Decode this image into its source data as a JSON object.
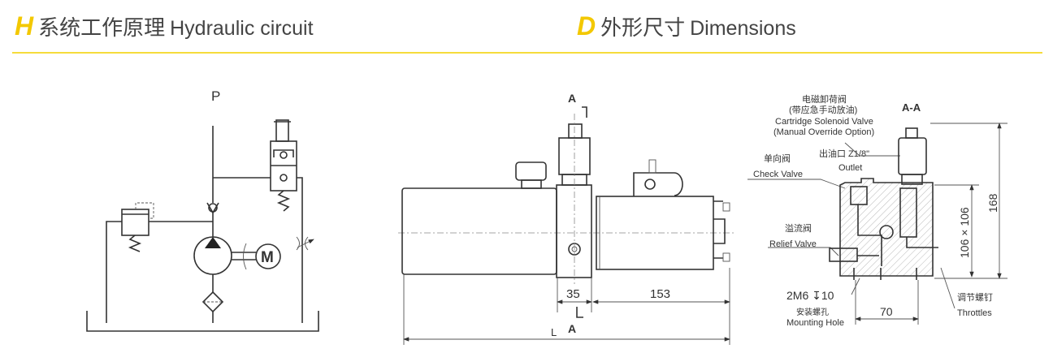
{
  "sections": [
    {
      "letter": "H",
      "title_cn": "系统工作原理",
      "title_en": "Hydraulic circuit"
    },
    {
      "letter": "D",
      "title_cn": "外形尺寸",
      "title_en": "Dimensions"
    }
  ],
  "circuit": {
    "port_label": "P",
    "motor_label": "M"
  },
  "side_view": {
    "section_mark": "A",
    "dim_block": "35",
    "dim_motor": "153",
    "dim_total": "L"
  },
  "section_view": {
    "title": "A-A",
    "solenoid_cn": "电磁卸荷阀",
    "solenoid_cn2": "(带应急手动放油)",
    "solenoid_en": "Cartridge Solenoid Valve",
    "solenoid_en2": "(Manual Override Option)",
    "outlet_cn": "出油口  Z1/8\"",
    "outlet_en": "Outlet",
    "check_cn": "单向阀",
    "check_en": "Check Valve",
    "relief_cn": "溢流阀",
    "relief_en": "Relief Valve",
    "mount_spec": "2M6 ↧10",
    "mount_cn": "安装螺孔",
    "mount_en": "Mounting Hole",
    "throttle_cn": "调节螺钉",
    "throttle_en": "Throttles",
    "dim_height": "168",
    "dim_block": "106 × 106",
    "dim_holes": "70"
  }
}
